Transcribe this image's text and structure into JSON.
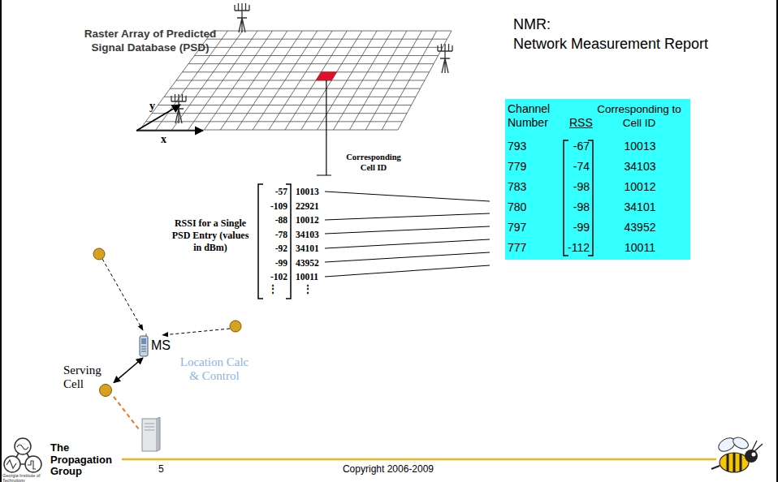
{
  "diagram": {
    "nodes": [
      {
        "text": [
          "NMR:",
          "Network Measurement Report",
          "Channel Number",
          "RSS",
          "Corresponding to Cell ID",
          "793",
          "-67",
          "10013",
          "779",
          "-74",
          "34103",
          "783",
          "-98",
          "10012",
          "780",
          "-98",
          "34101",
          "797",
          "-99",
          "43952",
          "777",
          "-112",
          "10011"
        ]
      },
      {
        "text": [
          "MS"
        ]
      },
      {
        "text": [
          "Serving Cell"
        ]
      },
      {
        "text": [
          "Location Calc & Control"
        ]
      }
    ],
    "edges": [
      {
        "from": 1,
        "to": 2,
        "arrow": "both"
      },
      {
        "from": 2,
        "to": 3,
        "arrow": "none"
      }
    ],
    "labels": [
      "Raster Array of Predicted Signal Database (PSD)",
      "y",
      "x",
      "Corresponding Cell ID",
      "-57",
      "10013",
      "-109",
      "22921",
      "-88",
      "10012",
      "-78",
      "34103",
      "-92",
      "34101",
      "-99",
      "43952",
      "-102",
      "10011",
      "⋮",
      "⋮",
      "RSSI for a Single PSD Entry (values in dBm)",
      "The Propagation Group",
      "5",
      "Copyright 2006-2009",
      "Georgia Institute of Technology"
    ]
  }
}
